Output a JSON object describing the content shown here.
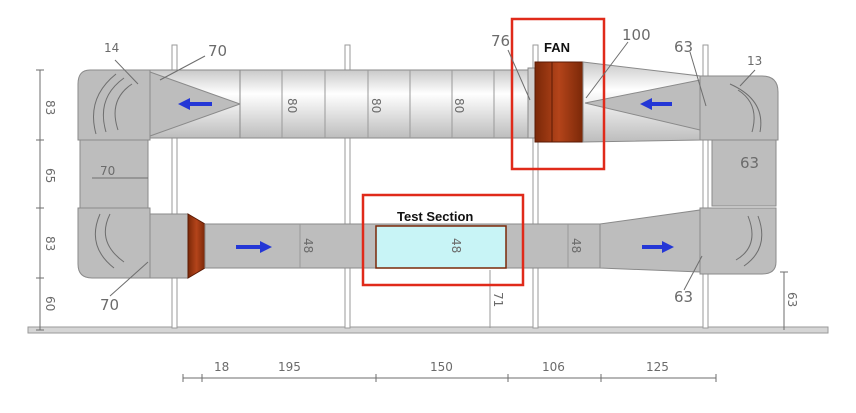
{
  "diagram": {
    "labels": {
      "fan": "FAN",
      "test_section": "Test Section"
    },
    "dimensions": {
      "top_left_corner": "14",
      "top_left_contraction": "70",
      "fan_left": "76",
      "fan_right": "100",
      "top_right_section": "63",
      "top_right_corner": "13",
      "top_duct_1": "80",
      "top_duct_2": "80",
      "top_duct_3": "80",
      "left_return": "70",
      "right_return": "63",
      "bottom_duct_1": "48",
      "test_section_height": "48",
      "bottom_duct_2": "48",
      "bottom_left_corner": "70",
      "bottom_right_corner": "63",
      "support_height": "71",
      "right_support": "63",
      "left_v1": "83",
      "left_v2": "65",
      "left_v3": "83",
      "left_v4": "60",
      "bottom_h1": "18",
      "bottom_h2": "195",
      "bottom_h3": "150",
      "bottom_h4": "106",
      "bottom_h5": "125"
    },
    "colors": {
      "duct_fill": "#bdbdbd",
      "fan_fill": "#a33a14",
      "test_section_fill": "#c8f4f6",
      "highlight_box": "#e02a1a",
      "flow_arrow": "#2437d6",
      "support": "#9a9a9a"
    }
  }
}
